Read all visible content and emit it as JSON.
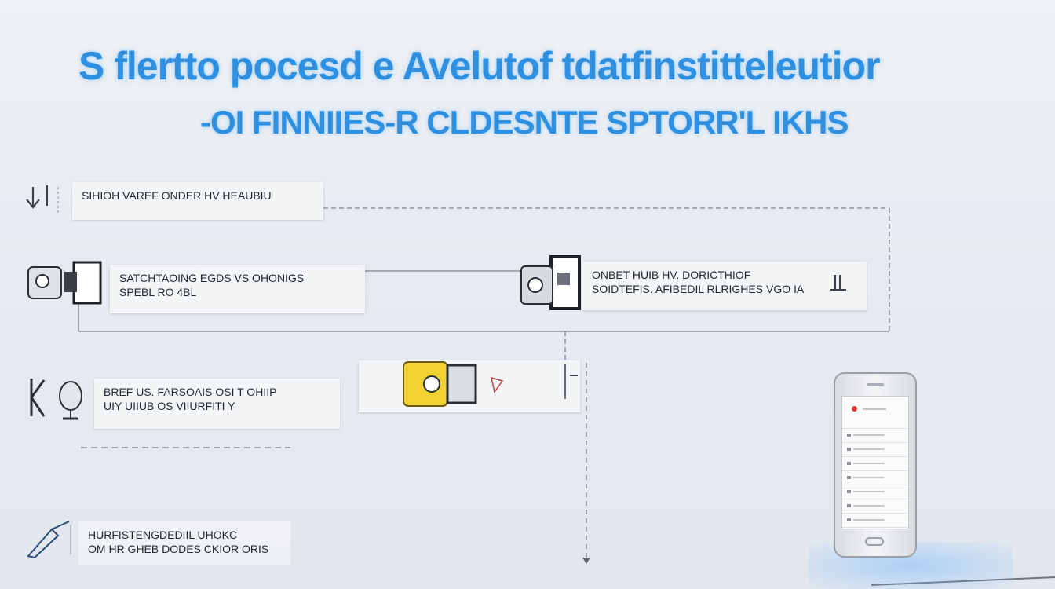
{
  "title": "S flertto pocesd e Avelutof tdatfinstitteleutior",
  "subtitle": "-OI FINNIIES-R CLDESNTE SPTORR'L IKHS",
  "steps": [
    {
      "icon": "download-arrow-icon",
      "text": "SIHIOH VAREF ONDER HV HEAUBIU",
      "text2": ""
    },
    {
      "icon": "printer-icon",
      "text": "SATCHTAOING EGDS VS OHONIGS",
      "text2": "SPEBL RO 4BL"
    },
    {
      "icon": "printer-icon",
      "text": "ONBET HUIB HV. DORICTHIOF",
      "text2": "SOIDTEFIS. AFIBEDIL RLRIGHES VGO IA"
    },
    {
      "icon": "microphone-icon",
      "text": "BREF US. FARSOAIS OSI T OHIIP",
      "text2": "UIY UIIUB OS VIIURFITI Y"
    },
    {
      "icon": "yellow-device-icon",
      "text": "",
      "text2": ""
    },
    {
      "icon": "pen-icon",
      "text": "HURFISTENGDEDIIL UHOKC",
      "text2": "OM HR GHEB DODES CKIOR ORIS"
    }
  ],
  "colors": {
    "accent": "#2f8fe0",
    "connector": "#7c838d",
    "record": "#e23a3a",
    "yellow": "#f2d230"
  }
}
